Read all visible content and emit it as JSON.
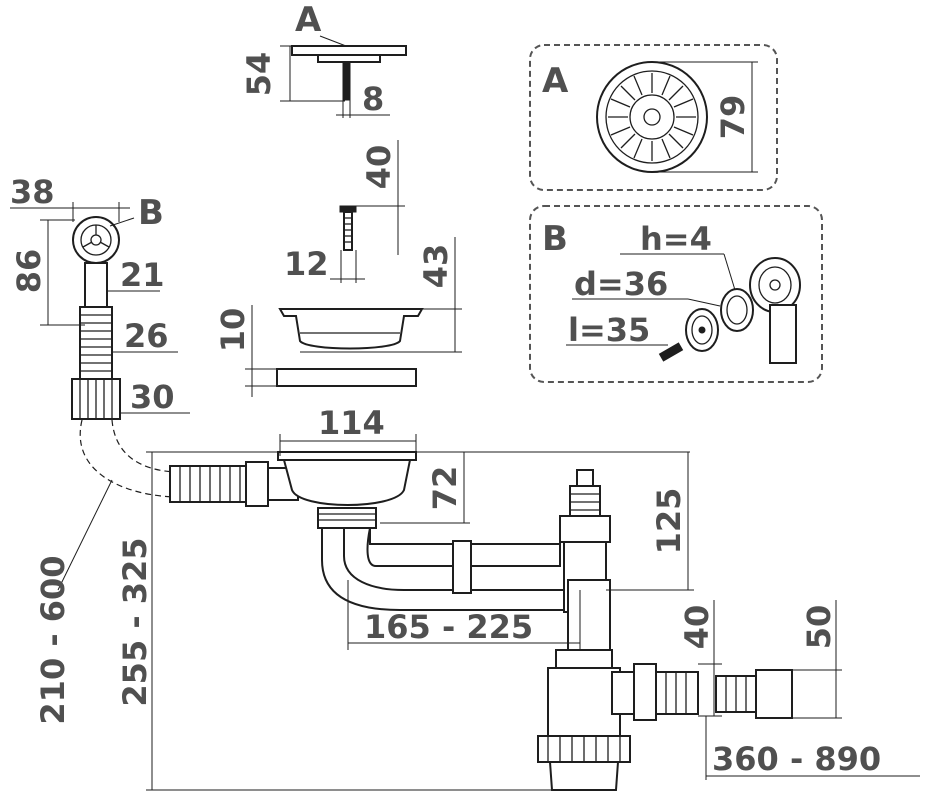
{
  "labels": {
    "part_a": "A",
    "part_b": "B",
    "box_a": "A",
    "box_b": "B",
    "plug_height": "54",
    "plug_stem": "8",
    "screw_length": "40",
    "screw_diameter": "12",
    "strainer_height": "43",
    "washer_thickness": "10",
    "overflow_width": "38",
    "overflow_height": "86",
    "overflow_neck": "21",
    "overflow_hose": "26",
    "overflow_nut": "30",
    "bowl_diameter": "114",
    "outlet_depth": "72",
    "trap_height": "125",
    "range_horizontal": "165 - 225",
    "hose_range": "210 - 600",
    "total_height": "255 - 325",
    "outlet_40": "40",
    "outlet_50": "50",
    "extension_range": "360 - 890",
    "plug_top_diameter": "79",
    "gasket_h": "h=4",
    "gasket_d": "d=36",
    "screw_l": "l=35"
  },
  "colors": {
    "line": "#1e1e1e",
    "label": "#505050",
    "box": "#555555"
  }
}
